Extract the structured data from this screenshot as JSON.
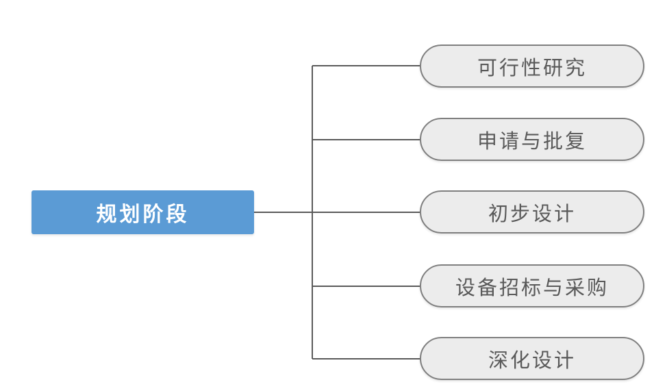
{
  "diagram": {
    "root": {
      "label": "规划阶段"
    },
    "children": [
      {
        "label": "可行性研究"
      },
      {
        "label": "申请与批复"
      },
      {
        "label": "初步设计"
      },
      {
        "label": "设备招标与采购"
      },
      {
        "label": "深化设计"
      }
    ],
    "colors": {
      "root_fill": "#5B9BD5",
      "root_text": "#FFFFFF",
      "child_fill": "#ECECEC",
      "child_border": "#7F7F7F",
      "child_text": "#595959",
      "connector": "#595959",
      "background": "#FFFFFF"
    }
  }
}
